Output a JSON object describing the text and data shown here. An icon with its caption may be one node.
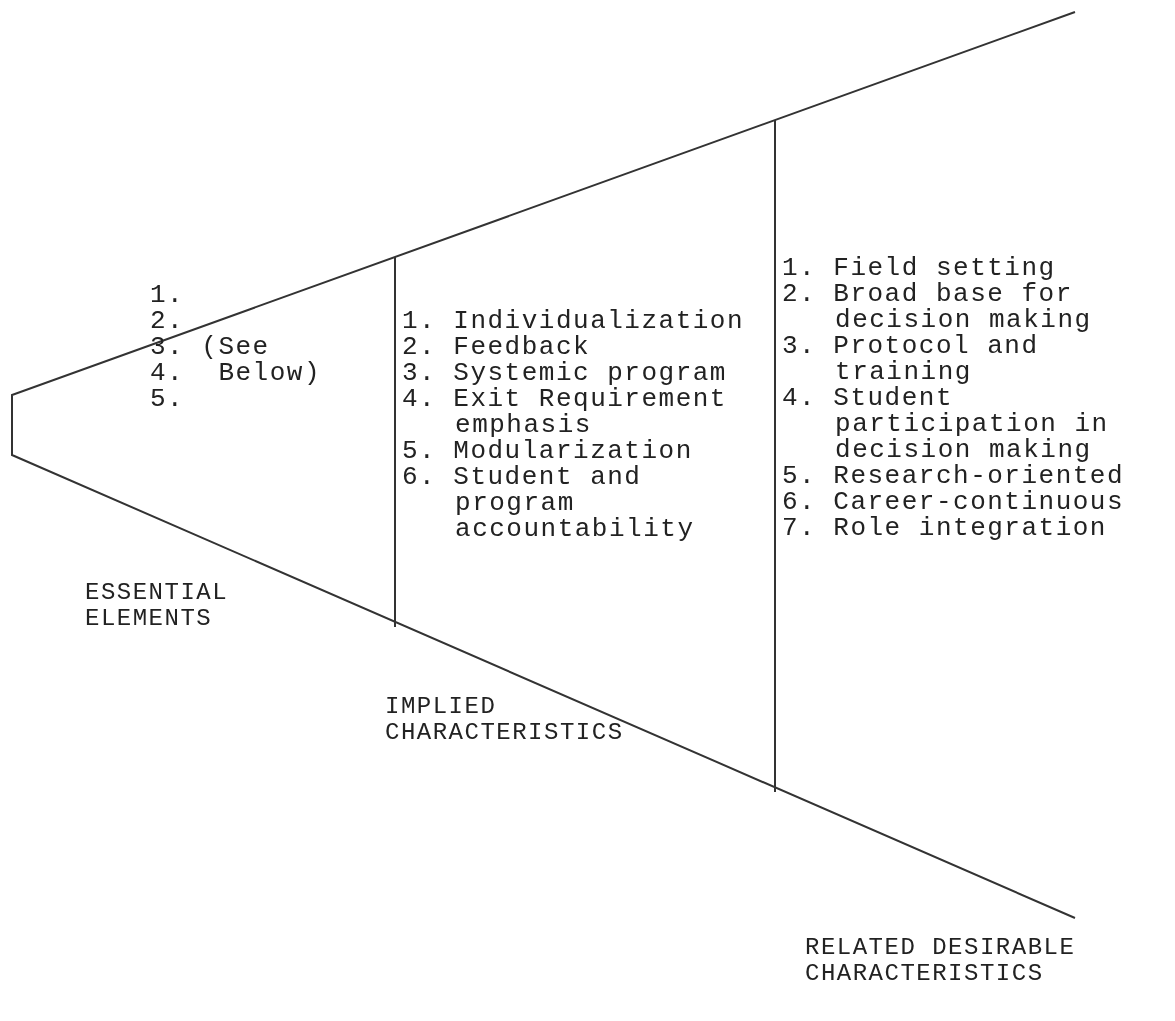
{
  "diagram": {
    "nodes": [
      {
        "text": [
          "1.",
          "2.",
          "3. (See",
          "4.  Below)",
          "5."
        ]
      },
      {
        "text": [
          "1. Individualization",
          "2. Feedback",
          "3. Systemic program",
          "4. Exit Requirement emphasis",
          "5. Modularization",
          "6. Student and program accountability"
        ]
      },
      {
        "text": [
          "1. Field setting",
          "2. Broad base for decision making",
          "3. Protocol and training",
          "4. Student participation in decision making",
          "5. Research-oriented",
          "6. Career-continuous",
          "7. Role integration"
        ]
      }
    ],
    "labels": [
      "ESSENTIAL ELEMENTS",
      "IMPLIED CHARACTERISTICS",
      "RELATED DESIRABLE CHARACTERISTICS"
    ]
  }
}
